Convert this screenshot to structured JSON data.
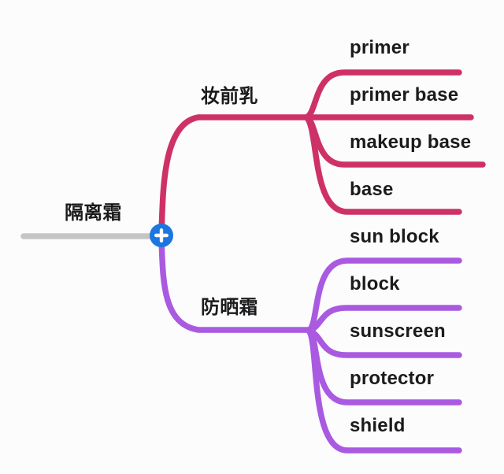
{
  "canvas": {
    "background": "#fcfcfc",
    "text_color": "#1b1b1d"
  },
  "root": {
    "label": "隔离霜",
    "line_color": "#c5c5c6"
  },
  "expand_button": {
    "symbol": "+",
    "color": "#1d76dd",
    "icon": "plus-icon"
  },
  "branches": [
    {
      "label": "妆前乳",
      "color": "#ce3168",
      "children": [
        {
          "label": "primer"
        },
        {
          "label": "primer base"
        },
        {
          "label": "makeup base"
        },
        {
          "label": "base"
        }
      ]
    },
    {
      "label": "防晒霜",
      "color": "#a95ae1",
      "children": [
        {
          "label": "sun block"
        },
        {
          "label": "block"
        },
        {
          "label": "sunscreen"
        },
        {
          "label": "protector"
        },
        {
          "label": "shield"
        }
      ]
    }
  ]
}
